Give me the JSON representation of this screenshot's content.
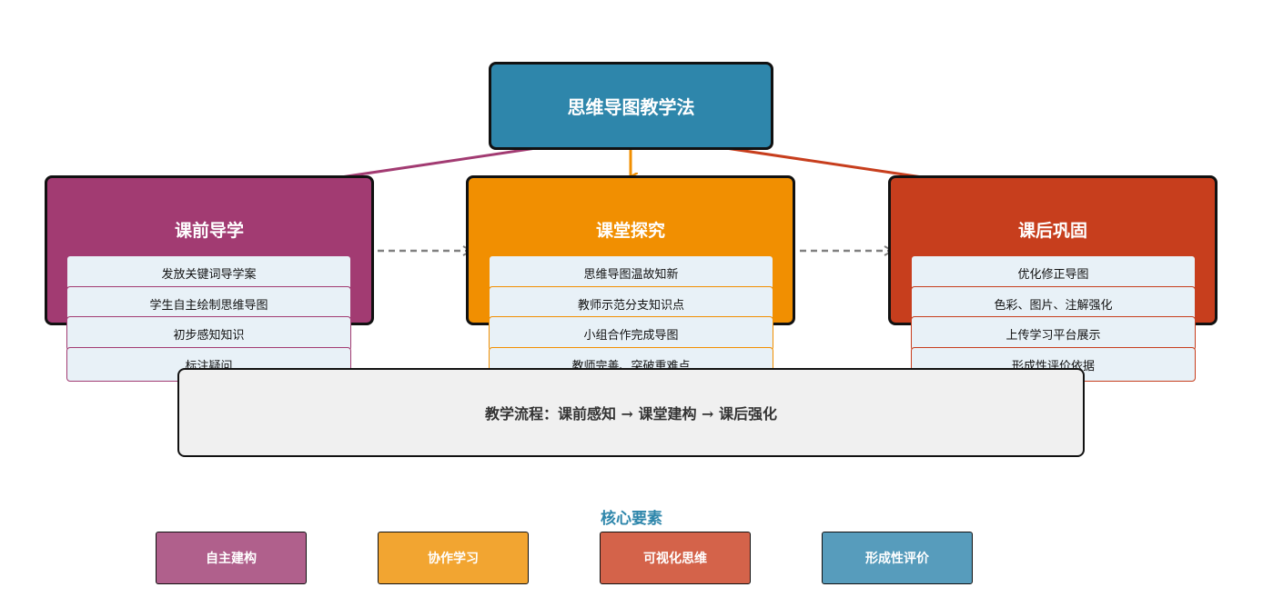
{
  "root": {
    "title": "思维导图教学法"
  },
  "phases": [
    {
      "title": "课前导学",
      "color": "#a23b72",
      "items": [
        "发放关键词导学案",
        "学生自主绘制思维导图",
        "初步感知知识",
        "标注疑问"
      ]
    },
    {
      "title": "课堂探究",
      "color": "#f18f01",
      "items": [
        "思维导图温故知新",
        "教师示范分支知识点",
        "小组合作完成导图",
        "教师完善、突破重难点"
      ]
    },
    {
      "title": "课后巩固",
      "color": "#c73e1d",
      "items": [
        "优化修正导图",
        "色彩、图片、注解强化",
        "上传学习平台展示",
        "形成性评价依据"
      ]
    }
  ],
  "flow": {
    "text": "教学流程：课前感知 → 课堂建构 → 课后强化"
  },
  "core": {
    "title": "核心要素",
    "elements": [
      {
        "label": "自主建构",
        "color": "#b0608c"
      },
      {
        "label": "协作学习",
        "color": "#f2a531"
      },
      {
        "label": "可视化思维",
        "color": "#d4634a"
      },
      {
        "label": "形成性评价",
        "color": "#579cbc"
      }
    ]
  },
  "colors": {
    "root": "#2e86ab",
    "connector": "#808080",
    "flow_bg": "#f0f0f0",
    "item_bg": "#e8f1f7"
  }
}
